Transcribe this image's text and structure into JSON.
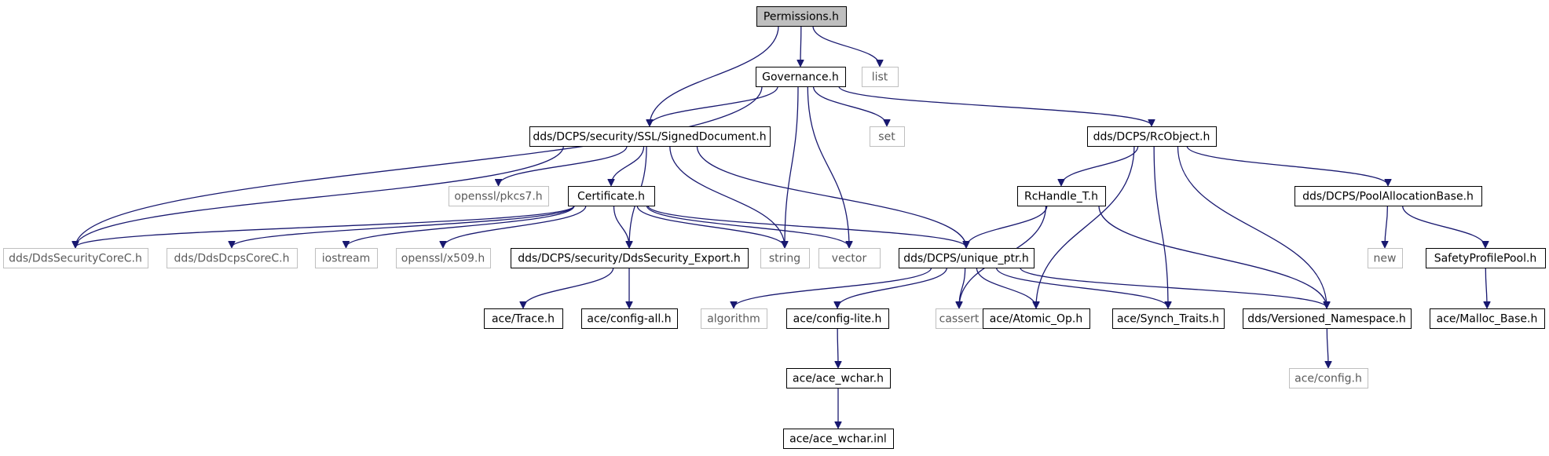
{
  "diagram": {
    "type": "include-dependency-graph",
    "colors": {
      "edge": "#191970",
      "solid_border": "#000000",
      "missing_border": "#bfbfbf",
      "missing_text": "#5a5a5a",
      "root_fill": "#bfbfbf",
      "text": "#000000"
    },
    "nodes": [
      {
        "id": "permissions",
        "label": "Permissions.h",
        "kind": "root"
      },
      {
        "id": "governance",
        "label": "Governance.h",
        "kind": "solid"
      },
      {
        "id": "list",
        "label": "list",
        "kind": "missing"
      },
      {
        "id": "signeddoc",
        "label": "dds/DCPS/security/SSL/SignedDocument.h",
        "kind": "solid"
      },
      {
        "id": "set",
        "label": "set",
        "kind": "missing"
      },
      {
        "id": "rcobject",
        "label": "dds/DCPS/RcObject.h",
        "kind": "solid"
      },
      {
        "id": "pkcs7",
        "label": "openssl/pkcs7.h",
        "kind": "missing"
      },
      {
        "id": "certificate",
        "label": "Certificate.h",
        "kind": "solid"
      },
      {
        "id": "rchandle",
        "label": "RcHandle_T.h",
        "kind": "solid"
      },
      {
        "id": "poolalloc",
        "label": "dds/DCPS/PoolAllocationBase.h",
        "kind": "solid"
      },
      {
        "id": "ddssecuritycore",
        "label": "dds/DdsSecurityCoreC.h",
        "kind": "missing"
      },
      {
        "id": "ddsdcpscore",
        "label": "dds/DdsDcpsCoreC.h",
        "kind": "missing"
      },
      {
        "id": "iostream",
        "label": "iostream",
        "kind": "missing"
      },
      {
        "id": "x509",
        "label": "openssl/x509.h",
        "kind": "missing"
      },
      {
        "id": "secexport",
        "label": "dds/DCPS/security/DdsSecurity_Export.h",
        "kind": "solid"
      },
      {
        "id": "string",
        "label": "string",
        "kind": "missing"
      },
      {
        "id": "vector",
        "label": "vector",
        "kind": "missing"
      },
      {
        "id": "uniqueptr",
        "label": "dds/DCPS/unique_ptr.h",
        "kind": "solid"
      },
      {
        "id": "new",
        "label": "new",
        "kind": "missing"
      },
      {
        "id": "safetypool",
        "label": "SafetyProfilePool.h",
        "kind": "solid"
      },
      {
        "id": "trace",
        "label": "ace/Trace.h",
        "kind": "solid"
      },
      {
        "id": "configall",
        "label": "ace/config-all.h",
        "kind": "solid"
      },
      {
        "id": "algorithm",
        "label": "algorithm",
        "kind": "missing"
      },
      {
        "id": "configlite",
        "label": "ace/config-lite.h",
        "kind": "solid"
      },
      {
        "id": "cassert",
        "label": "cassert",
        "kind": "missing"
      },
      {
        "id": "atomicop",
        "label": "ace/Atomic_Op.h",
        "kind": "solid"
      },
      {
        "id": "synchtraits",
        "label": "ace/Synch_Traits.h",
        "kind": "solid"
      },
      {
        "id": "versioned",
        "label": "dds/Versioned_Namespace.h",
        "kind": "solid"
      },
      {
        "id": "mallocbase",
        "label": "ace/Malloc_Base.h",
        "kind": "solid"
      },
      {
        "id": "acewchar",
        "label": "ace/ace_wchar.h",
        "kind": "solid"
      },
      {
        "id": "aceconfig",
        "label": "ace/config.h",
        "kind": "missing"
      },
      {
        "id": "acewcharinl",
        "label": "ace/ace_wchar.inl",
        "kind": "solid"
      }
    ],
    "edges": [
      [
        "permissions",
        "governance"
      ],
      [
        "permissions",
        "list"
      ],
      [
        "permissions",
        "signeddoc"
      ],
      [
        "governance",
        "signeddoc"
      ],
      [
        "governance",
        "set"
      ],
      [
        "governance",
        "rcobject"
      ],
      [
        "governance",
        "ddssecuritycore"
      ],
      [
        "governance",
        "string"
      ],
      [
        "governance",
        "vector"
      ],
      [
        "signeddoc",
        "pkcs7"
      ],
      [
        "signeddoc",
        "certificate"
      ],
      [
        "signeddoc",
        "ddssecuritycore"
      ],
      [
        "signeddoc",
        "secexport"
      ],
      [
        "signeddoc",
        "string"
      ],
      [
        "signeddoc",
        "uniqueptr"
      ],
      [
        "certificate",
        "ddssecuritycore"
      ],
      [
        "certificate",
        "ddsdcpscore"
      ],
      [
        "certificate",
        "iostream"
      ],
      [
        "certificate",
        "x509"
      ],
      [
        "certificate",
        "secexport"
      ],
      [
        "certificate",
        "string"
      ],
      [
        "certificate",
        "vector"
      ],
      [
        "certificate",
        "uniqueptr"
      ],
      [
        "rcobject",
        "rchandle"
      ],
      [
        "rcobject",
        "poolalloc"
      ],
      [
        "rcobject",
        "atomicop"
      ],
      [
        "rcobject",
        "synchtraits"
      ],
      [
        "rcobject",
        "versioned"
      ],
      [
        "rchandle",
        "uniqueptr"
      ],
      [
        "rchandle",
        "cassert"
      ],
      [
        "rchandle",
        "versioned"
      ],
      [
        "poolalloc",
        "new"
      ],
      [
        "poolalloc",
        "safetypool"
      ],
      [
        "safetypool",
        "mallocbase"
      ],
      [
        "secexport",
        "trace"
      ],
      [
        "secexport",
        "configall"
      ],
      [
        "uniqueptr",
        "algorithm"
      ],
      [
        "uniqueptr",
        "configlite"
      ],
      [
        "uniqueptr",
        "cassert"
      ],
      [
        "uniqueptr",
        "atomicop"
      ],
      [
        "uniqueptr",
        "synchtraits"
      ],
      [
        "uniqueptr",
        "versioned"
      ],
      [
        "configlite",
        "acewchar"
      ],
      [
        "acewchar",
        "acewcharinl"
      ],
      [
        "versioned",
        "aceconfig"
      ]
    ]
  }
}
